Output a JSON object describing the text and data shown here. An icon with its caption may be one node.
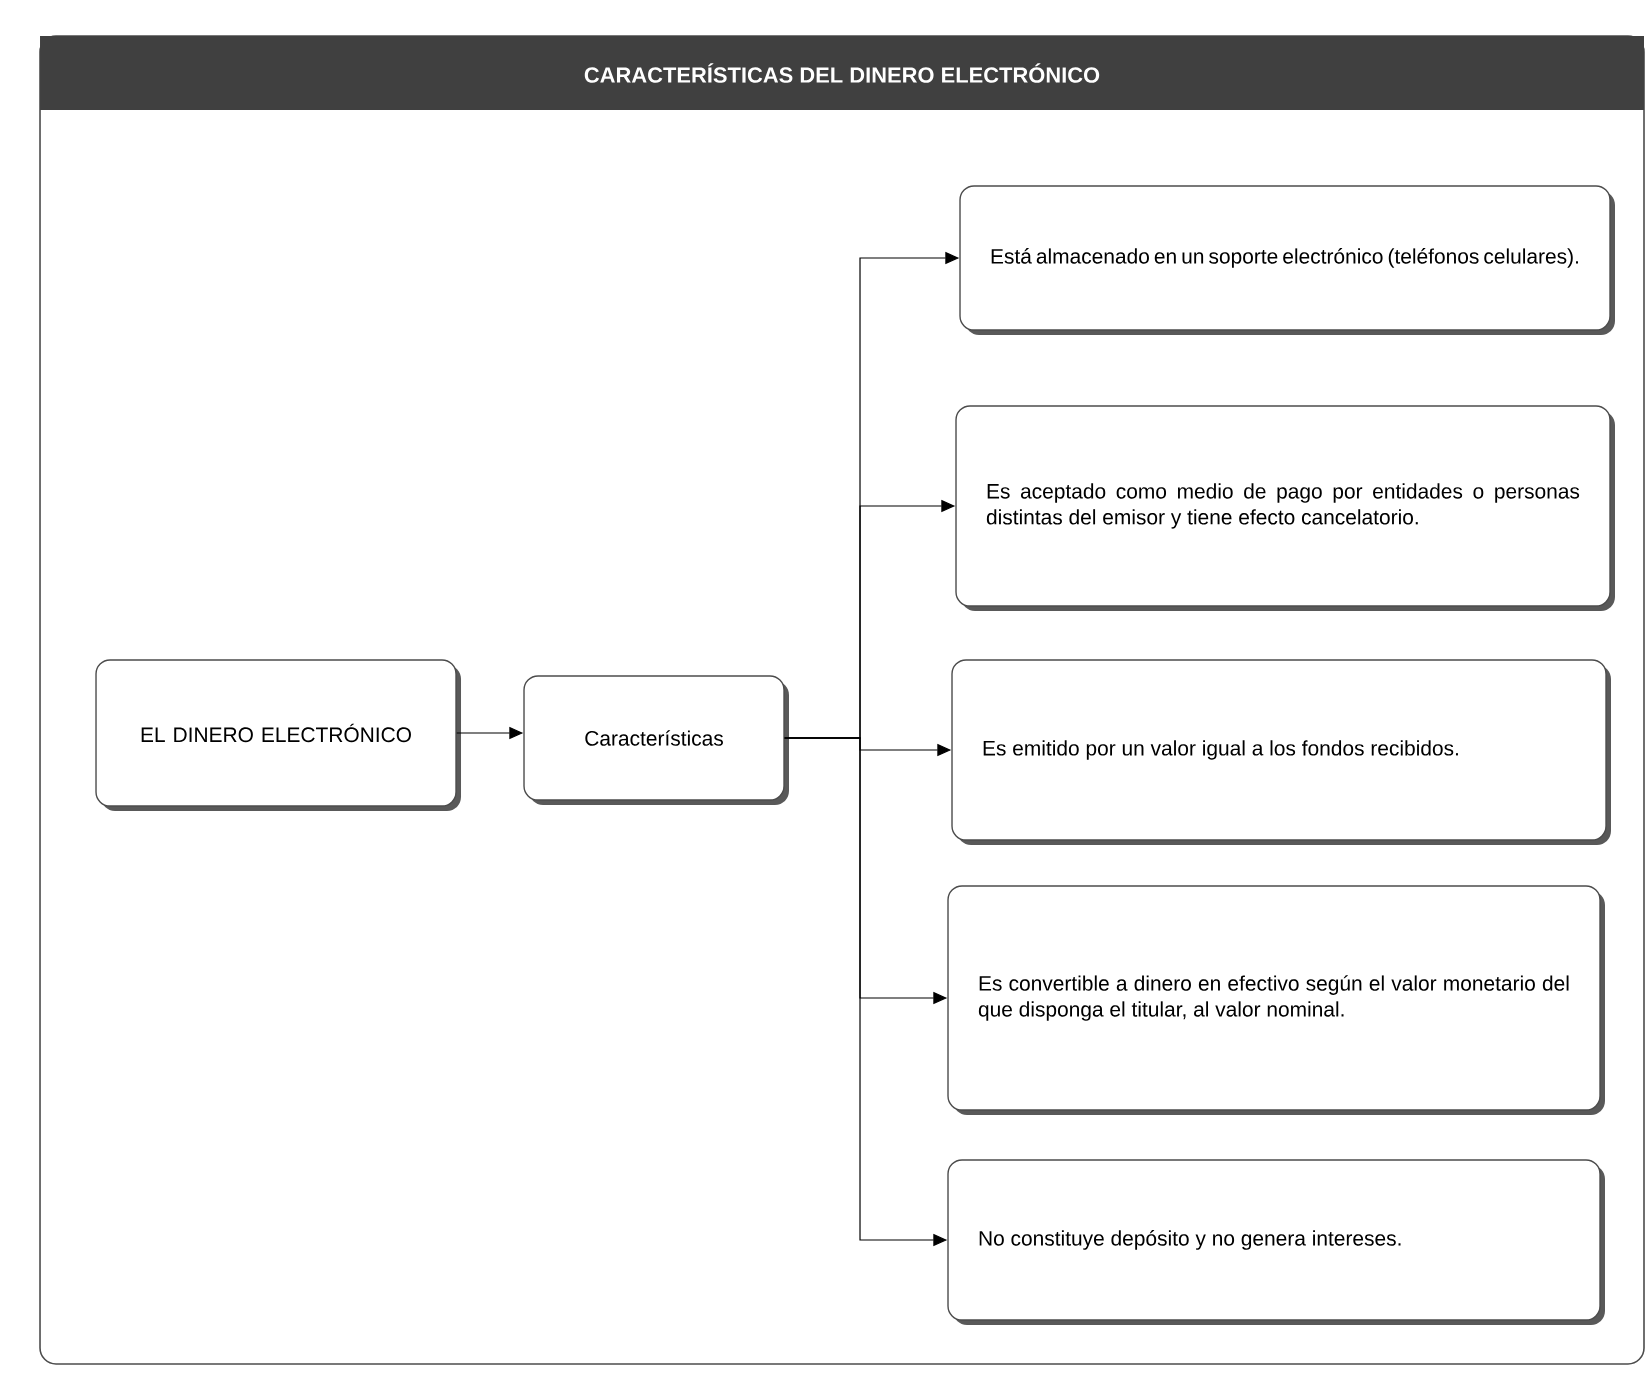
{
  "diagram": {
    "title": "CARACTERÍSTICAS DEL DINERO ELECTRÓNICO",
    "nodes": [
      {
        "text": [
          "EL DINERO ELECTRÓNICO"
        ]
      },
      {
        "text": [
          "Características"
        ]
      },
      {
        "text": [
          "Está almacenado en un soporte electrónico (teléfonos celulares)."
        ]
      },
      {
        "text": [
          "Es aceptado como medio de pago por entidades o personas distintas del emisor y tiene efecto cancelatorio."
        ]
      },
      {
        "text": [
          "Es emitido por un valor igual a los fondos recibidos."
        ]
      },
      {
        "text": [
          "Es convertible a dinero en efectivo según el valor monetario del que disponga el titular, al valor nominal."
        ]
      },
      {
        "text": [
          "No constituye depósito y no genera intereses."
        ]
      }
    ],
    "edges": [
      {
        "from": 0,
        "to": 1,
        "arrow": "to"
      },
      {
        "from": 1,
        "to": 2,
        "arrow": "to"
      },
      {
        "from": 1,
        "to": 3,
        "arrow": "to"
      },
      {
        "from": 1,
        "to": 4,
        "arrow": "to"
      },
      {
        "from": 1,
        "to": 5,
        "arrow": "to"
      },
      {
        "from": 1,
        "to": 6,
        "arrow": "to"
      }
    ]
  }
}
